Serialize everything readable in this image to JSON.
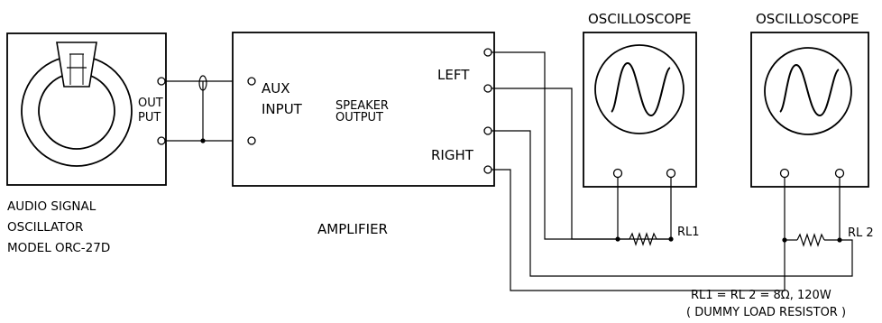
{
  "oscillator": {
    "out_label_1": "OUT",
    "out_label_2": "PUT",
    "caption_1": "AUDIO  SIGNAL",
    "caption_2": "OSCILLATOR",
    "caption_3": "MODEL ORC-27D"
  },
  "amplifier": {
    "aux_label": "AUX",
    "input_label": "INPUT",
    "speaker_label_1": "SPEAKER",
    "speaker_label_2": "OUTPUT",
    "left_label": "LEFT",
    "right_label": "RIGHT",
    "caption": "AMPLIFIER"
  },
  "scope1": {
    "title": "OSCILLOSCOPE"
  },
  "scope2": {
    "title": "OSCILLOSCOPE"
  },
  "resistors": {
    "rl1_label": "RL1",
    "rl2_label": "RL 2",
    "note_1": "RL1 = RL 2 = 8Ω, 120W",
    "note_2": "( DUMMY LOAD RESISTOR )"
  }
}
